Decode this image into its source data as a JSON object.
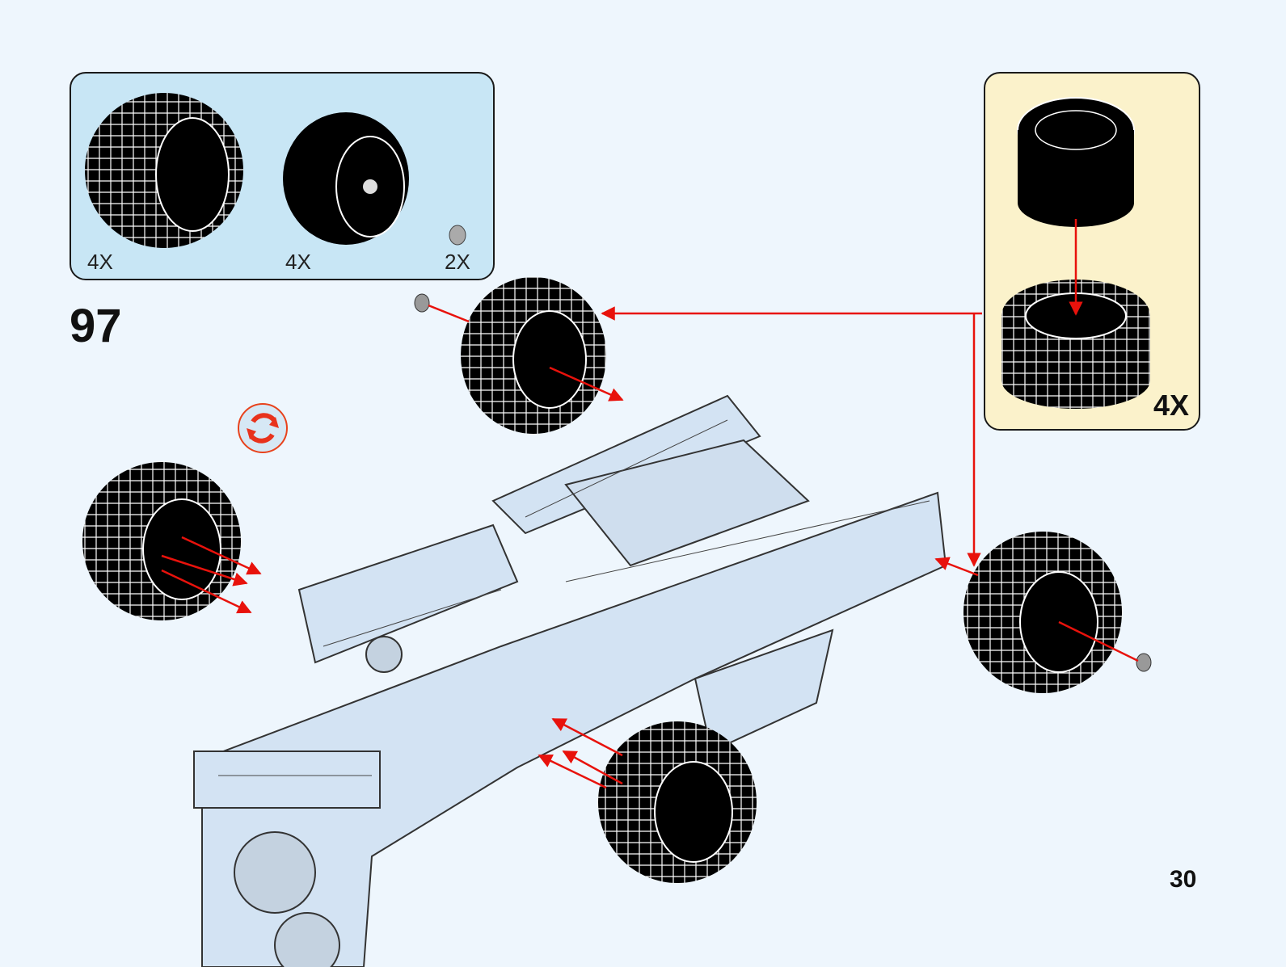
{
  "step": {
    "number": "97"
  },
  "page": {
    "number": "30"
  },
  "parts_list": {
    "items": [
      {
        "part": "tire-icon",
        "quantity": "4X"
      },
      {
        "part": "rim-icon",
        "quantity": "4X"
      },
      {
        "part": "bush-icon",
        "quantity": "2X"
      }
    ]
  },
  "subassembly": {
    "quantity": "4X"
  },
  "icons": {
    "rotate": "rotate-model-icon"
  },
  "colors": {
    "background": "#eef6fd",
    "parts_box": "#c8e6f5",
    "subassembly_box": "#fbf2cb",
    "arrow": "#e8120c",
    "model": "#d3e3f3"
  }
}
